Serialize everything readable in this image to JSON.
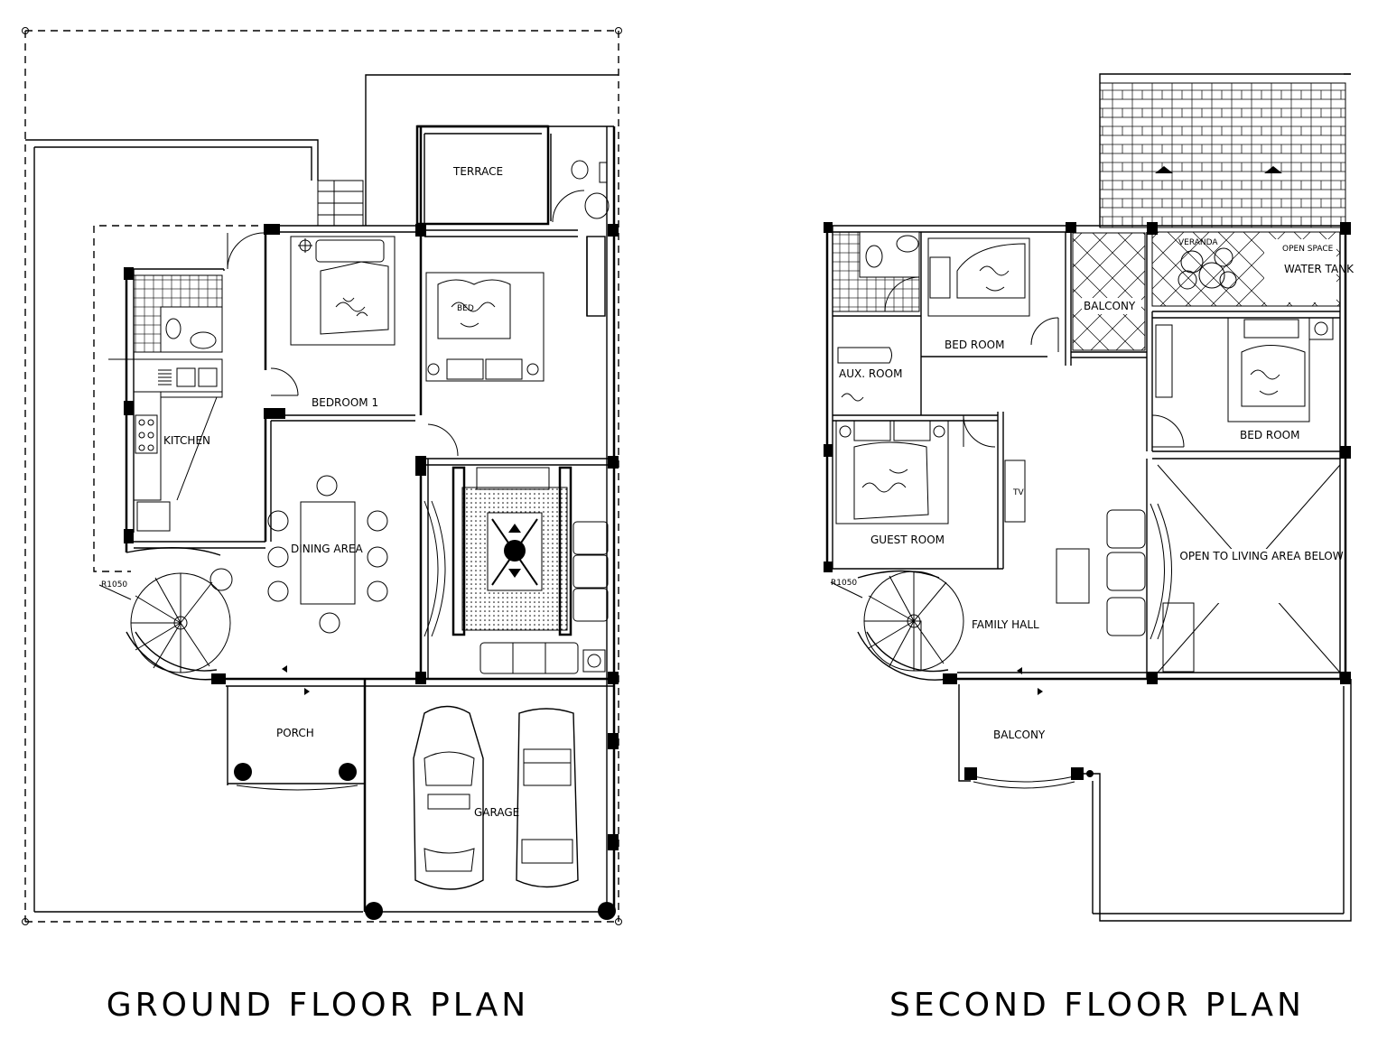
{
  "titles": {
    "ground": "GROUND FLOOR PLAN",
    "second": "SECOND FLOOR PLAN"
  },
  "ground_rooms": {
    "terrace": "TERRACE",
    "bedroom1": "BEDROOM 1",
    "bedroom": "BED",
    "kitchen": "KITCHEN",
    "dining": "DINING AREA",
    "porch": "PORCH",
    "garage": "GARAGE",
    "stair_radius": "R1050"
  },
  "second_rooms": {
    "veranda": "VERANDA",
    "open_space": "OPEN SPACE",
    "water_tank": "WATER TANK",
    "balcony_top": "BALCONY",
    "bed_room_left": "BED ROOM",
    "bed_room_right": "BED ROOM",
    "aux_room": "AUX. ROOM",
    "tv": "TV",
    "guest_room": "GUEST ROOM",
    "family_hall": "FAMILY HALL",
    "open_to_living": "OPEN TO LIVING AREA BELOW",
    "balcony_bottom": "BALCONY",
    "stair_radius": "R1050"
  },
  "colors": {
    "line": "#000000",
    "background": "#ffffff"
  }
}
